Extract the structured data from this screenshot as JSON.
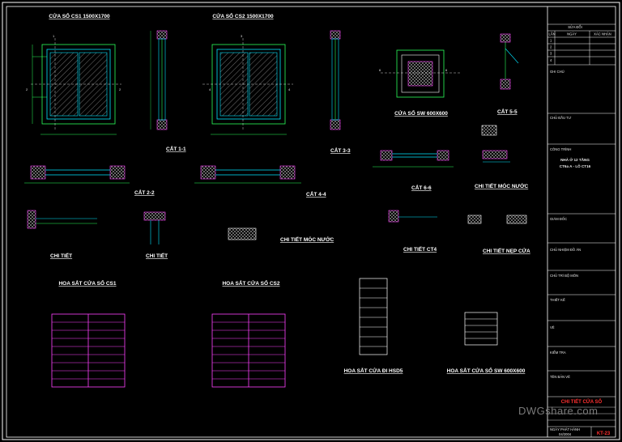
{
  "drawings": {
    "window_cs1_title": "CỬA SỔ CS1 1500X1700",
    "window_cs2_title": "CỬA SỔ CS2 1500X1700",
    "window_sw_title": "CỬA SỔ SW 600X600",
    "section_5_title": "CẮT 5-5",
    "section_11_title": "CẮT 1-1",
    "section_33_title": "CẮT 3-3",
    "section_22_title": "CẮT 2-2",
    "section_44_title": "CẮT 4-4",
    "section_66_title": "CẮT 6-6",
    "detail_drip_title": "CHI TIẾT MÓC NƯỚC",
    "detail_a_title": "CHI TIẾT",
    "detail_b_title": "CHI TIẾT",
    "detail_drip2_title": "CHI TIẾT MÓC NƯỚC",
    "detail_ct4_title": "CHI TIẾT CT4",
    "detail_nep_title": "CHI TIẾT NẸP CỬA",
    "grille_cs1_title": "HOA SẮT CỬA SỔ CS1",
    "grille_cs2_title": "HOA SẮT CỬA SỔ CS2",
    "grille_door_title": "HOA SẮT CỬA ĐI HSD5",
    "grille_sw_title": "HOA SẮT CỬA SỔ SW 600X600"
  },
  "title_block": {
    "revision_header": "SỬA ĐỔI",
    "col_lan": "LẦN",
    "col_ngay": "NGÀY",
    "col_xac_nhan": "XÁC NHẬN",
    "rev_rows": [
      "1",
      "2",
      "3",
      "4"
    ],
    "ghi_chu": "GHI CHÚ",
    "chu_dau_tu": "CHỦ ĐẦU TƯ",
    "cong_trinh": "CÔNG TRÌNH",
    "project_name_1": "NHÀ Ở 12 TẦNG",
    "project_name_2": "CT6a A - LÔ CT16",
    "giam_doc": "GIÁM ĐỐC",
    "chu_nhiem": "CHỦ NHIỆM ĐỒ ÁN",
    "chu_tri": "CHỦ TRÌ BỘ MÔN",
    "thiet_ke": "THIẾT KẾ",
    "ve": "VẼ",
    "kiem_tra": "KIỂM TRA",
    "ten_ban_ve": "TÊN BẢN VẼ",
    "sheet_title": "CHI TIẾT CỬA SỔ",
    "ngay_phat_hanh": "NGÀY PHÁT HÀNH",
    "date_value": "04/2004",
    "sheet_no": "KT-23"
  },
  "watermark": "DWGshare.com",
  "colors": {
    "background": "#000000",
    "frame": "#ffffff",
    "cyan": "#00e5ff",
    "green": "#2bff5a",
    "magenta": "#ff40ff",
    "yellow": "#ffff3a",
    "red": "#ff3030"
  }
}
